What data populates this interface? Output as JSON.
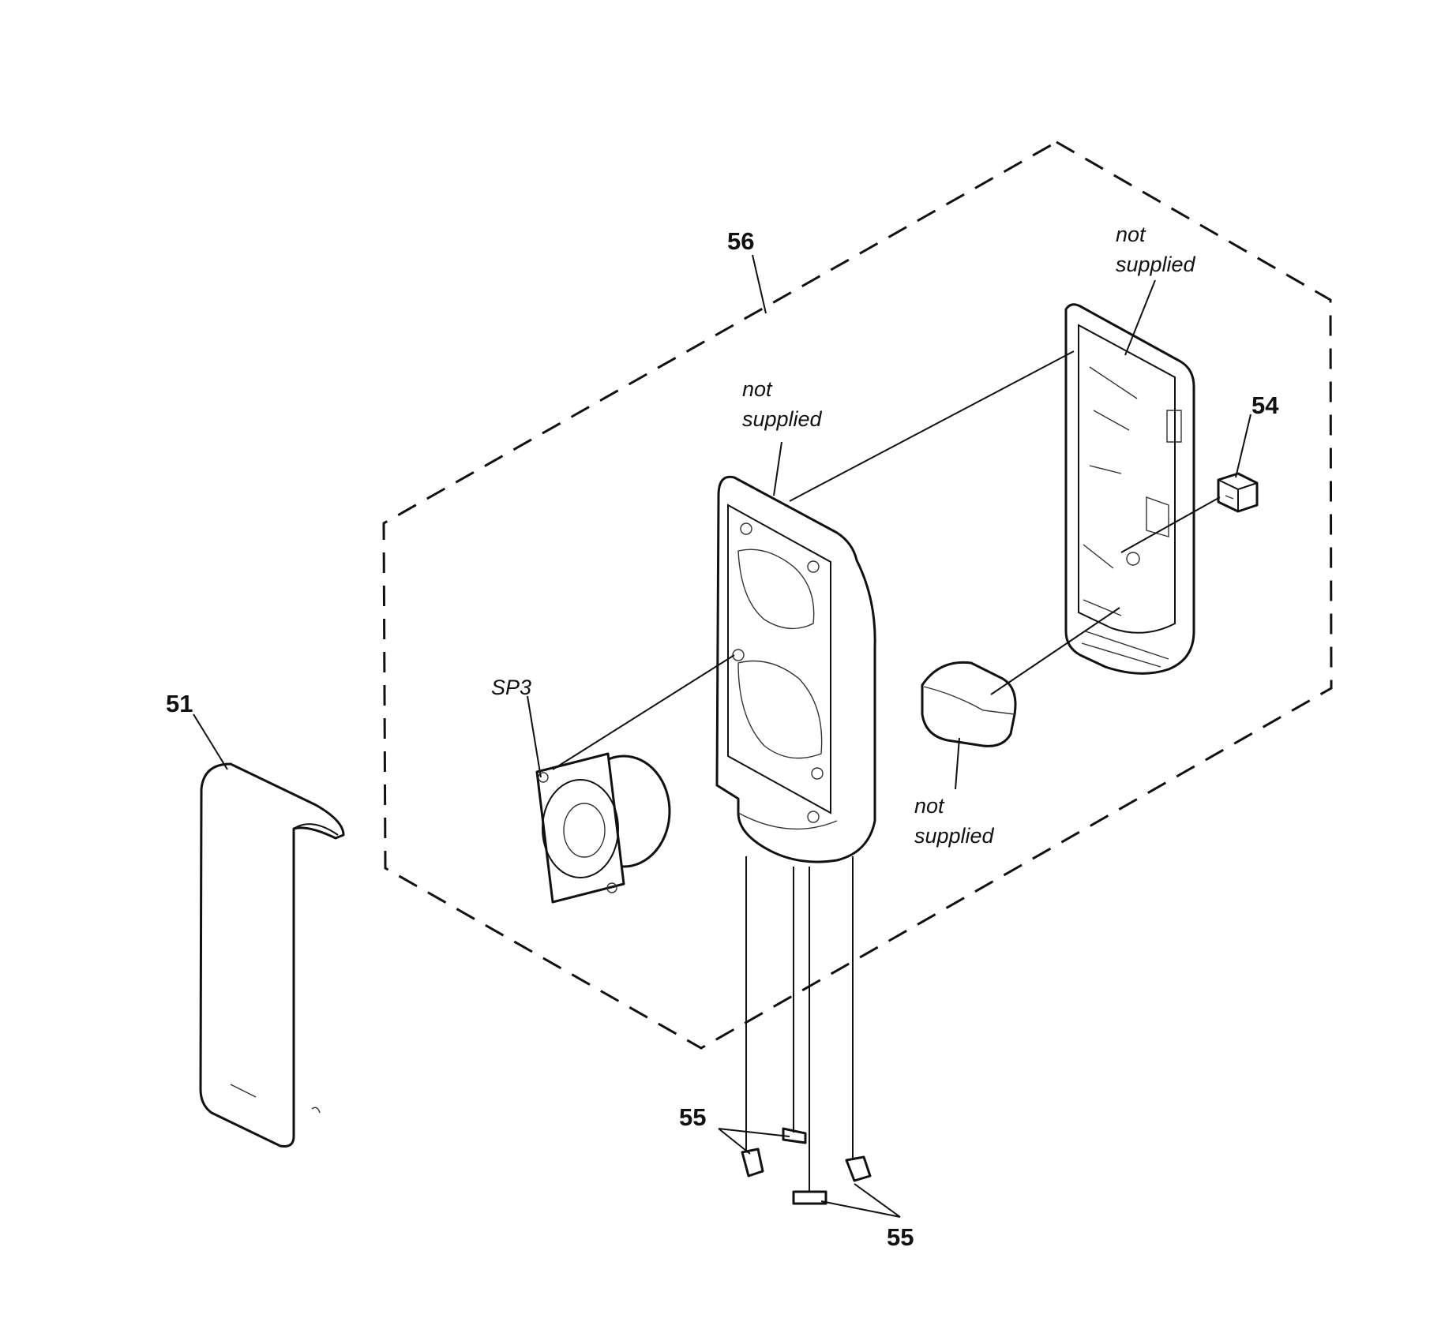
{
  "labels": {
    "p56": "56",
    "p54": "54",
    "p51": "51",
    "p55_upper": "55",
    "p55_lower": "55",
    "sp3": "SP3"
  },
  "notes": {
    "rear_cabinet": {
      "line1": "not",
      "line2": "supplied"
    },
    "front_baffle": {
      "line1": "not",
      "line2": "supplied"
    },
    "foam_block": {
      "line1": "not",
      "line2": "supplied"
    }
  }
}
